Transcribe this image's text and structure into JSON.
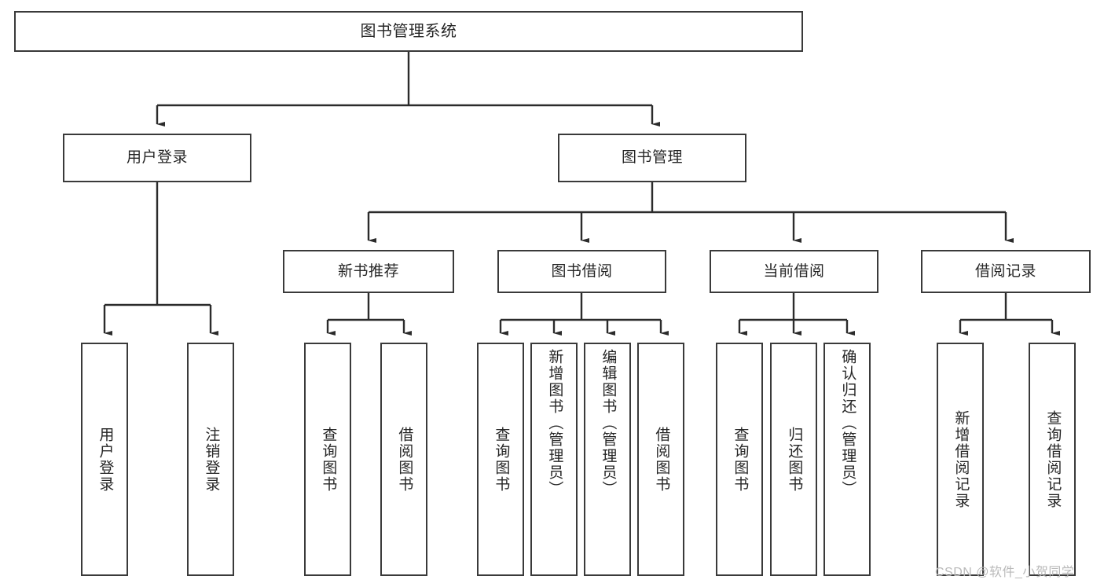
{
  "diagram": {
    "title": "图书管理系统",
    "type": "tree",
    "watermark": "CSDN @软件_小贺同学",
    "colors": {
      "background": "#ffffff",
      "box_border": "#3a3a3a",
      "box_fill": "#ffffff",
      "text": "#262626",
      "connector": "#2b2b2b",
      "watermark": "#b9b9b9"
    },
    "nodes": {
      "root": {
        "label": "图书管理系统"
      },
      "level2": [
        {
          "id": "user-login",
          "label": "用户登录"
        },
        {
          "id": "book-manage",
          "label": "图书管理"
        }
      ],
      "level3": [
        {
          "id": "new-book-recommend",
          "label": "新书推荐"
        },
        {
          "id": "book-borrow",
          "label": "图书借阅"
        },
        {
          "id": "current-borrow",
          "label": "当前借阅"
        },
        {
          "id": "borrow-record",
          "label": "借阅记录"
        }
      ],
      "leaves": {
        "user_login": [
          {
            "id": "leaf-user-login",
            "label": "用户登录"
          },
          {
            "id": "leaf-logout-login",
            "label": "注销登录"
          }
        ],
        "new_book_recommend": [
          {
            "id": "leaf-query-book-1",
            "label": "查询图书"
          },
          {
            "id": "leaf-borrow-book-1",
            "label": "借阅图书"
          }
        ],
        "book_borrow": [
          {
            "id": "leaf-query-book-2",
            "label": "查询图书"
          },
          {
            "id": "leaf-add-book",
            "label": "新增图书（管理员）"
          },
          {
            "id": "leaf-edit-book",
            "label": "编辑图书（管理员）"
          },
          {
            "id": "leaf-borrow-book-2",
            "label": "借阅图书"
          }
        ],
        "current_borrow": [
          {
            "id": "leaf-query-book-3",
            "label": "查询图书"
          },
          {
            "id": "leaf-return-book",
            "label": "归还图书"
          },
          {
            "id": "leaf-confirm-return",
            "label": "确认归还（管理员）"
          }
        ],
        "borrow_record": [
          {
            "id": "leaf-add-record",
            "label": "新增借阅记录"
          },
          {
            "id": "leaf-query-record",
            "label": "查询借阅记录"
          }
        ]
      }
    }
  }
}
